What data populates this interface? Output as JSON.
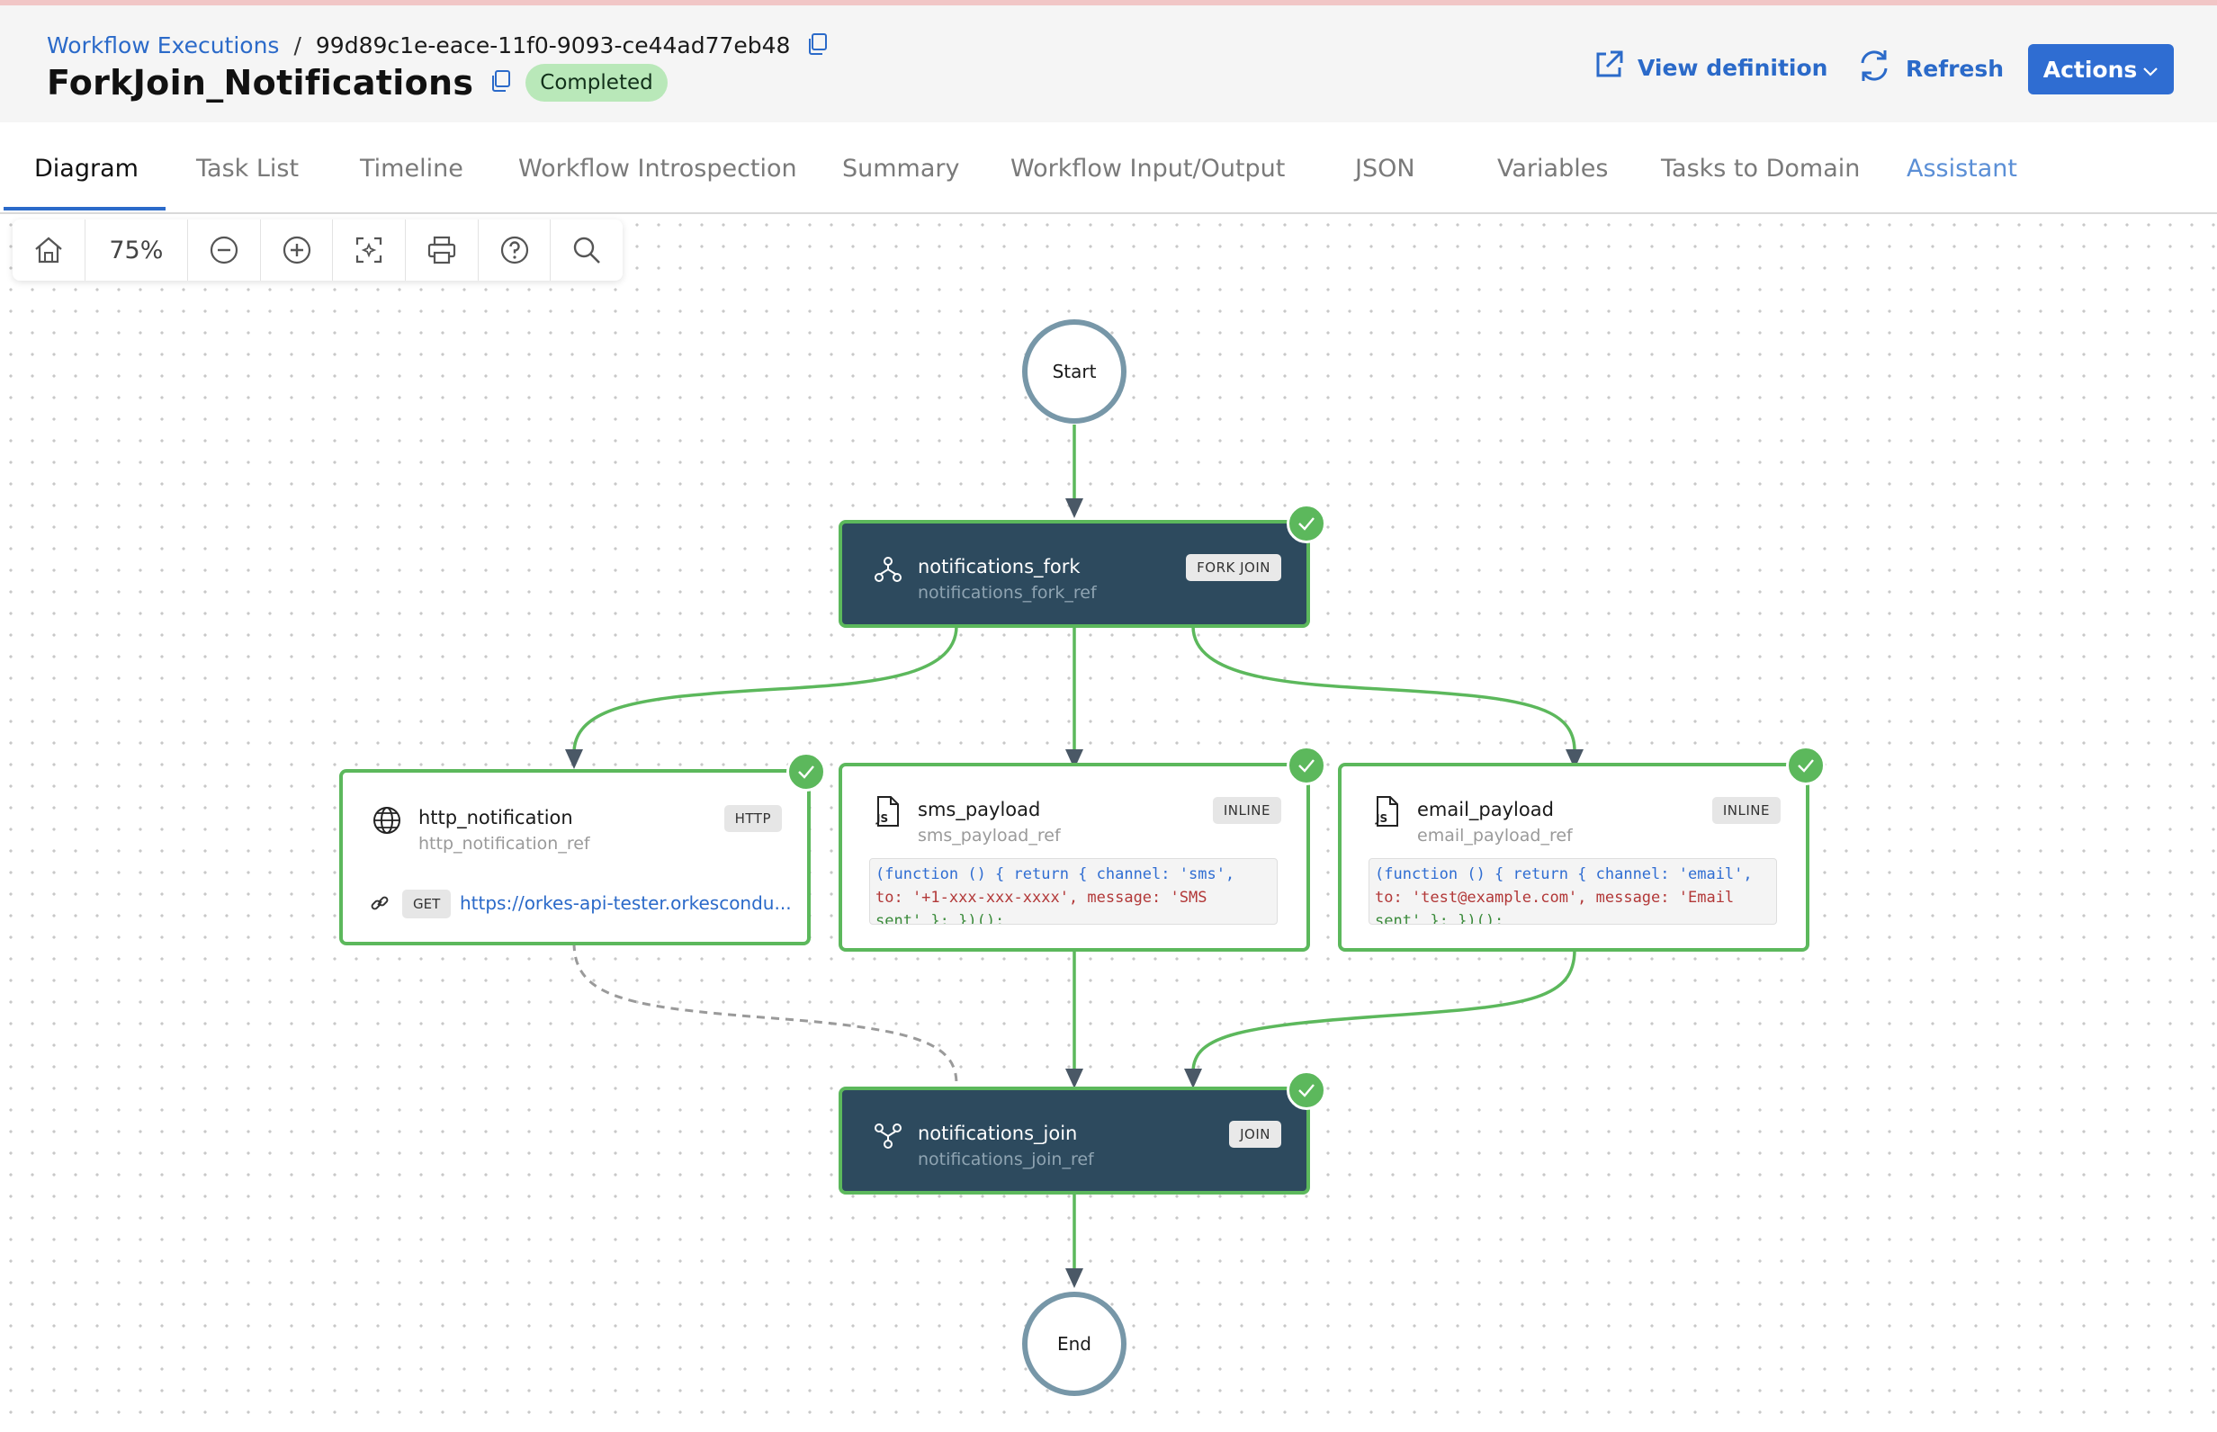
{
  "header": {
    "breadcrumb_link": "Workflow Executions",
    "breadcrumb_separator": "/",
    "execution_id": "99d89c1e-eace-11f0-9093-ce44ad77eb48",
    "workflow_name": "ForkJoin_Notifications",
    "status": "Completed",
    "view_definition_label": "View definition",
    "refresh_label": "Refresh",
    "actions_label": "Actions"
  },
  "tabs": [
    {
      "label": "Diagram",
      "active": true
    },
    {
      "label": "Task List"
    },
    {
      "label": "Timeline"
    },
    {
      "label": "Workflow Introspection"
    },
    {
      "label": "Summary"
    },
    {
      "label": "Workflow Input/Output"
    },
    {
      "label": "JSON"
    },
    {
      "label": "Variables"
    },
    {
      "label": "Tasks to Domain"
    },
    {
      "label": "Assistant"
    }
  ],
  "toolbar": {
    "zoom": "75%",
    "icons": [
      "home-icon",
      "zoom-out-icon",
      "zoom-in-icon",
      "fit-view-icon",
      "print-icon",
      "help-icon",
      "search-icon"
    ]
  },
  "diagram": {
    "start_label": "Start",
    "end_label": "End",
    "fork": {
      "name": "notifications_fork",
      "ref": "notifications_fork_ref",
      "type": "FORK JOIN",
      "status": "completed"
    },
    "http": {
      "name": "http_notification",
      "ref": "http_notification_ref",
      "type": "HTTP",
      "method": "GET",
      "url": "https://orkes-api-tester.orkescondu...",
      "status": "completed"
    },
    "sms": {
      "name": "sms_payload",
      "ref": "sms_payload_ref",
      "type": "INLINE",
      "status": "completed",
      "code_line1": "(function () { return { channel: 'sms',",
      "code_line2": "to: '+1-xxx-xxx-xxxx', message: 'SMS",
      "code_line3": "sent' }; })();"
    },
    "email": {
      "name": "email_payload",
      "ref": "email_payload_ref",
      "type": "INLINE",
      "status": "completed",
      "code_line1": "(function () { return { channel: 'email',",
      "code_line2": "to: 'test@example.com', message: 'Email",
      "code_line3": "sent' }; })();"
    },
    "join": {
      "name": "notifications_join",
      "ref": "notifications_join_ref",
      "type": "JOIN",
      "status": "completed"
    }
  },
  "colors": {
    "accent": "#2b6ac9",
    "success": "#5cb85c",
    "node_dark": "#2d4a5e",
    "edge_default": "#4a5866",
    "edge_skipped": "#9a9a9a"
  }
}
